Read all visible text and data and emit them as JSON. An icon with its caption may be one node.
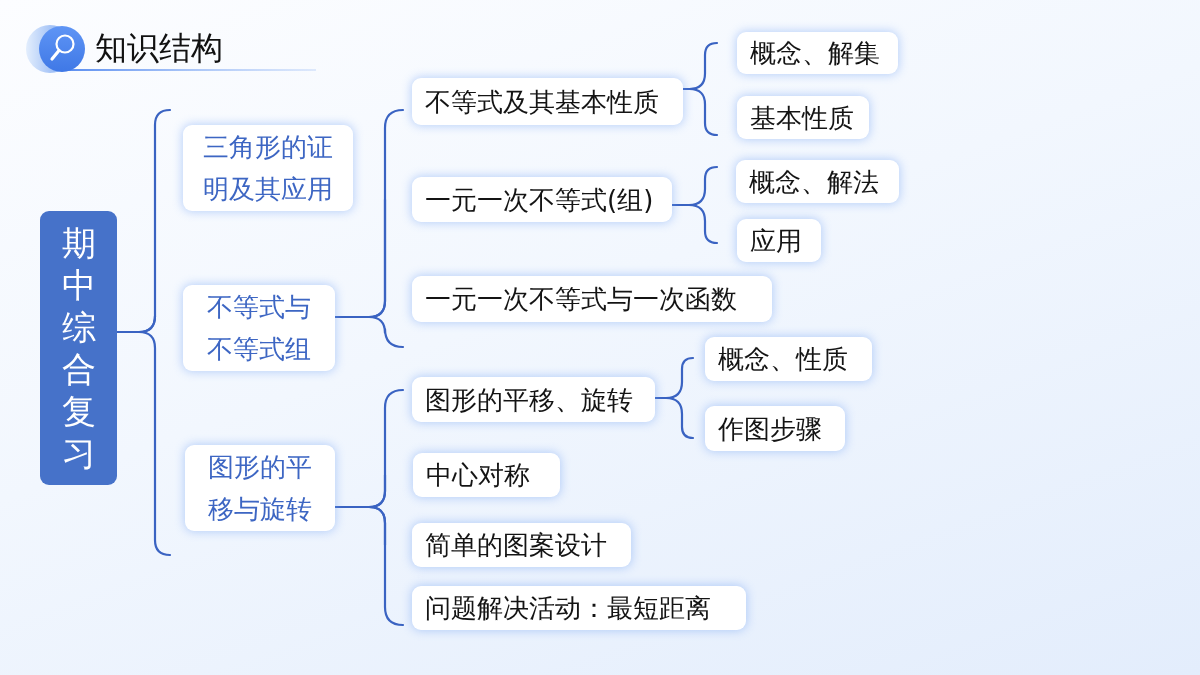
{
  "diagram": {
    "title": "知识结构",
    "nodes": [
      {
        "text": [
          "期中综合复习"
        ]
      },
      {
        "text": [
          "三角形的证明及其应用"
        ]
      },
      {
        "text": [
          "不等式与不等式组"
        ]
      },
      {
        "text": [
          "图形的平移与旋转"
        ]
      },
      {
        "text": [
          "不等式及其基本性质"
        ]
      },
      {
        "text": [
          "一元一次不等式(组)"
        ]
      },
      {
        "text": [
          "一元一次不等式与一次函数"
        ]
      },
      {
        "text": [
          "图形的平移、旋转"
        ]
      },
      {
        "text": [
          "中心对称"
        ]
      },
      {
        "text": [
          "简单的图案设计"
        ]
      },
      {
        "text": [
          "问题解决活动：最短距离"
        ]
      },
      {
        "text": [
          "概念、解集"
        ]
      },
      {
        "text": [
          "基本性质"
        ]
      },
      {
        "text": [
          "概念、解法"
        ]
      },
      {
        "text": [
          "应用"
        ]
      },
      {
        "text": [
          "概念、性质"
        ]
      },
      {
        "text": [
          "作图步骤"
        ]
      }
    ],
    "edges": [
      {
        "from": 0,
        "to": 1,
        "arrow": "none"
      },
      {
        "from": 0,
        "to": 2,
        "arrow": "none"
      },
      {
        "from": 0,
        "to": 3,
        "arrow": "none"
      },
      {
        "from": 2,
        "to": 4,
        "arrow": "none"
      },
      {
        "from": 2,
        "to": 5,
        "arrow": "none"
      },
      {
        "from": 2,
        "to": 6,
        "arrow": "none"
      },
      {
        "from": 3,
        "to": 7,
        "arrow": "none"
      },
      {
        "from": 3,
        "to": 8,
        "arrow": "none"
      },
      {
        "from": 3,
        "to": 9,
        "arrow": "none"
      },
      {
        "from": 3,
        "to": 10,
        "arrow": "none"
      },
      {
        "from": 4,
        "to": 11,
        "arrow": "none"
      },
      {
        "from": 4,
        "to": 12,
        "arrow": "none"
      },
      {
        "from": 5,
        "to": 13,
        "arrow": "none"
      },
      {
        "from": 5,
        "to": 14,
        "arrow": "none"
      },
      {
        "from": 7,
        "to": 15,
        "arrow": "none"
      },
      {
        "from": 7,
        "to": 16,
        "arrow": "none"
      }
    ]
  }
}
